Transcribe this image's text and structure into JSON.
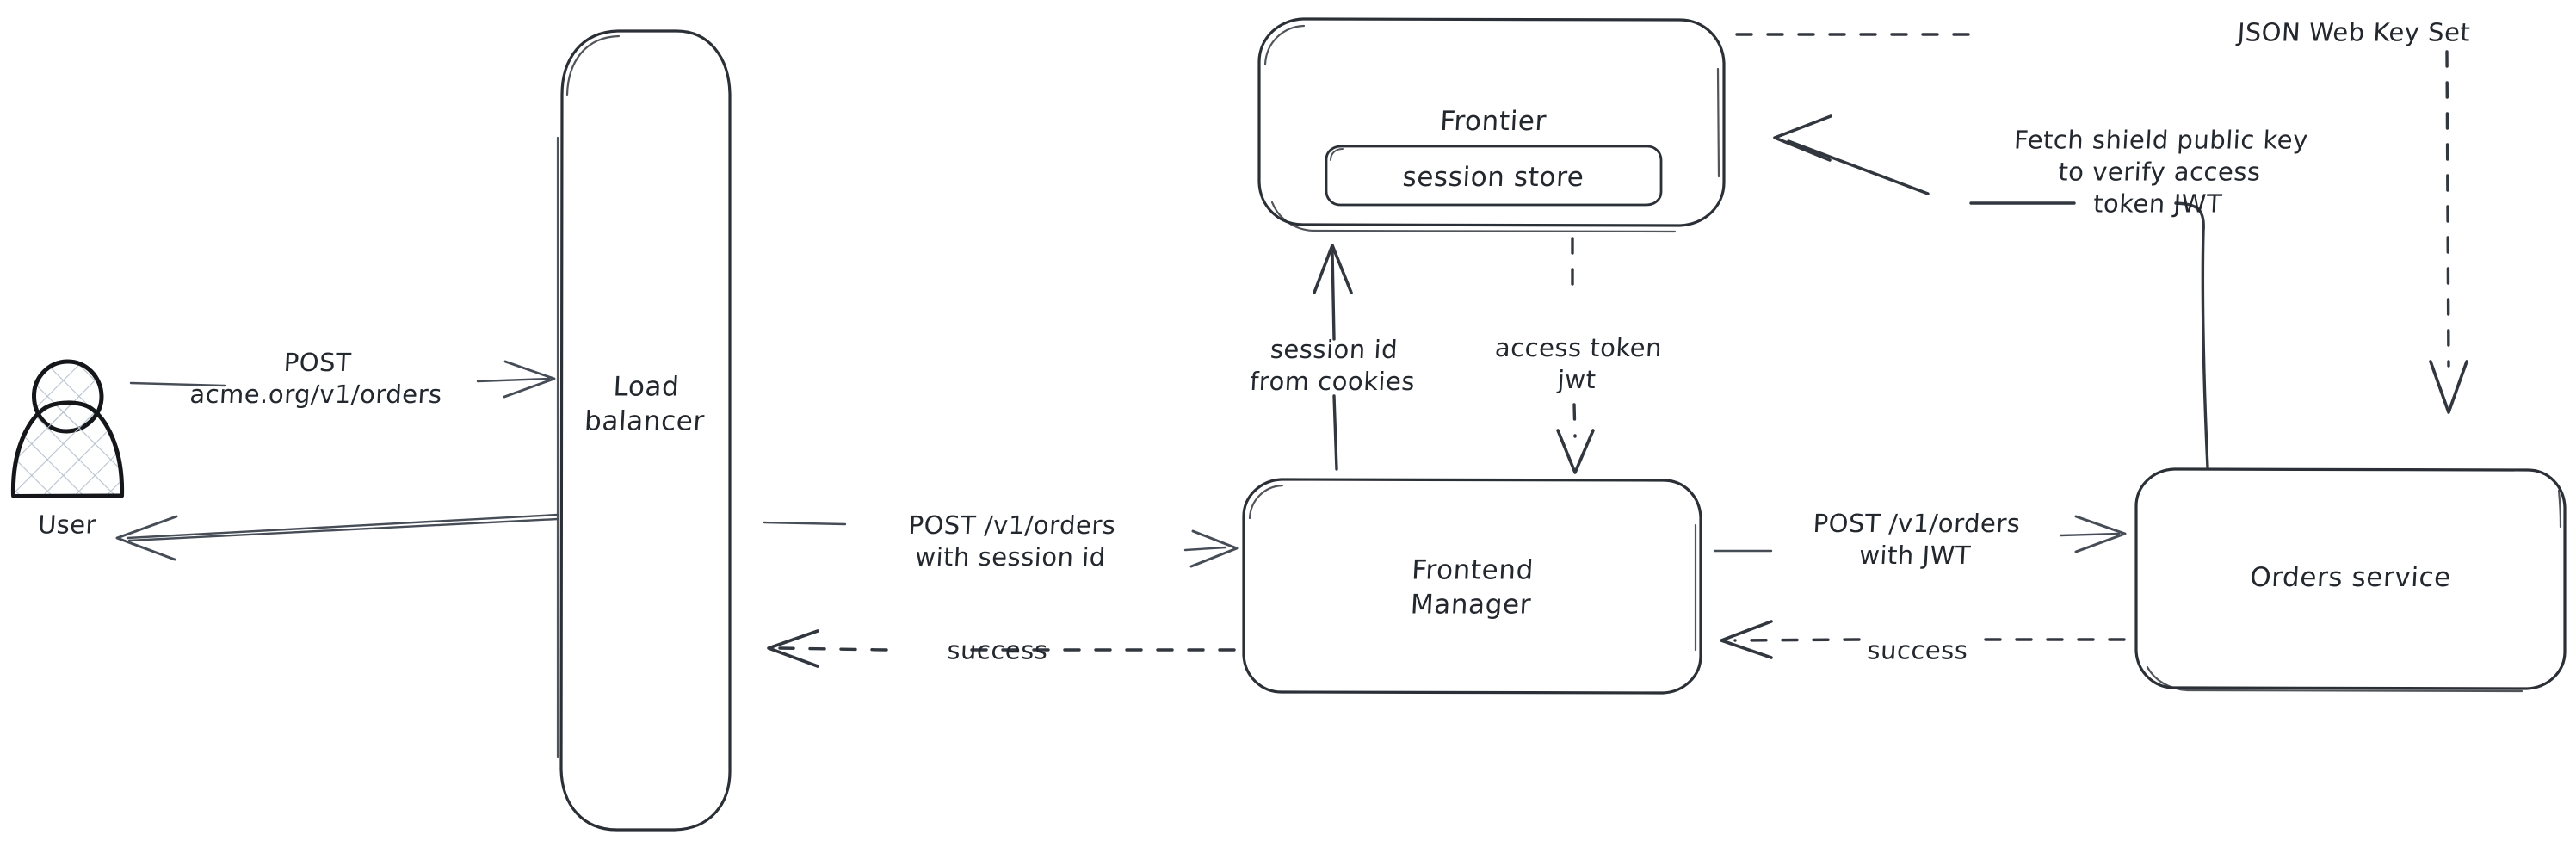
{
  "diagram": {
    "title": "Authentication request flow",
    "background": "#ffffff",
    "ink": "#2b2f36",
    "nodes": [
      {
        "id": "user",
        "label": "User",
        "shape": "actor"
      },
      {
        "id": "lb",
        "label": "Load\nbalancer",
        "shape": "rounded-rect-tall"
      },
      {
        "id": "frontier",
        "label": "Frontier",
        "shape": "rounded-rect"
      },
      {
        "id": "session",
        "label": "session store",
        "shape": "rounded-rect-inner"
      },
      {
        "id": "frontend",
        "label": "Frontend\nManager",
        "shape": "rounded-rect"
      },
      {
        "id": "orders",
        "label": "Orders service",
        "shape": "rounded-rect"
      }
    ],
    "edges": [
      {
        "id": "user-to-lb",
        "label": "POST\nacme.org/v1/orders",
        "style": "solid",
        "direction": "right"
      },
      {
        "id": "lb-to-user",
        "label": "",
        "style": "solid",
        "direction": "left"
      },
      {
        "id": "lb-to-frontend",
        "label": "POST /v1/orders\nwith session id",
        "style": "solid",
        "direction": "right"
      },
      {
        "id": "frontend-to-lb",
        "label": "success",
        "style": "dashed",
        "direction": "left"
      },
      {
        "id": "frontend-to-frontier",
        "label": "session id\nfrom cookies",
        "style": "solid",
        "direction": "up"
      },
      {
        "id": "frontier-to-frontend",
        "label": "access token\njwt",
        "style": "dashed",
        "direction": "down"
      },
      {
        "id": "frontend-to-orders",
        "label": "POST /v1/orders\nwith JWT",
        "style": "solid",
        "direction": "right"
      },
      {
        "id": "orders-to-frontend",
        "label": "success",
        "style": "dashed",
        "direction": "left"
      },
      {
        "id": "orders-to-frontier",
        "label": "Fetch shield public key\nto verify access\ntoken JWT",
        "style": "solid",
        "direction": "left"
      },
      {
        "id": "frontier-to-orders",
        "label": "JSON Web Key Set",
        "style": "dashed",
        "direction": "down"
      }
    ],
    "labels": {
      "user": "User",
      "load_balancer": "Load\nbalancer",
      "frontier": "Frontier",
      "session_store": "session store",
      "frontend_manager": "Frontend\nManager",
      "orders_service": "Orders service",
      "post_acme_orders": "POST\nacme.org/v1/orders",
      "post_v1_orders_session": "POST /v1/orders\nwith session id",
      "success_lb": "success",
      "session_id_from_cookies": "session id\nfrom cookies",
      "access_token_jwt": "access token\njwt",
      "post_v1_orders_jwt": "POST /v1/orders\nwith JWT",
      "success_orders": "success",
      "fetch_shield_public_key": "Fetch shield public key\nto verify access\ntoken JWT",
      "json_web_key_set": "JSON Web Key Set"
    }
  }
}
